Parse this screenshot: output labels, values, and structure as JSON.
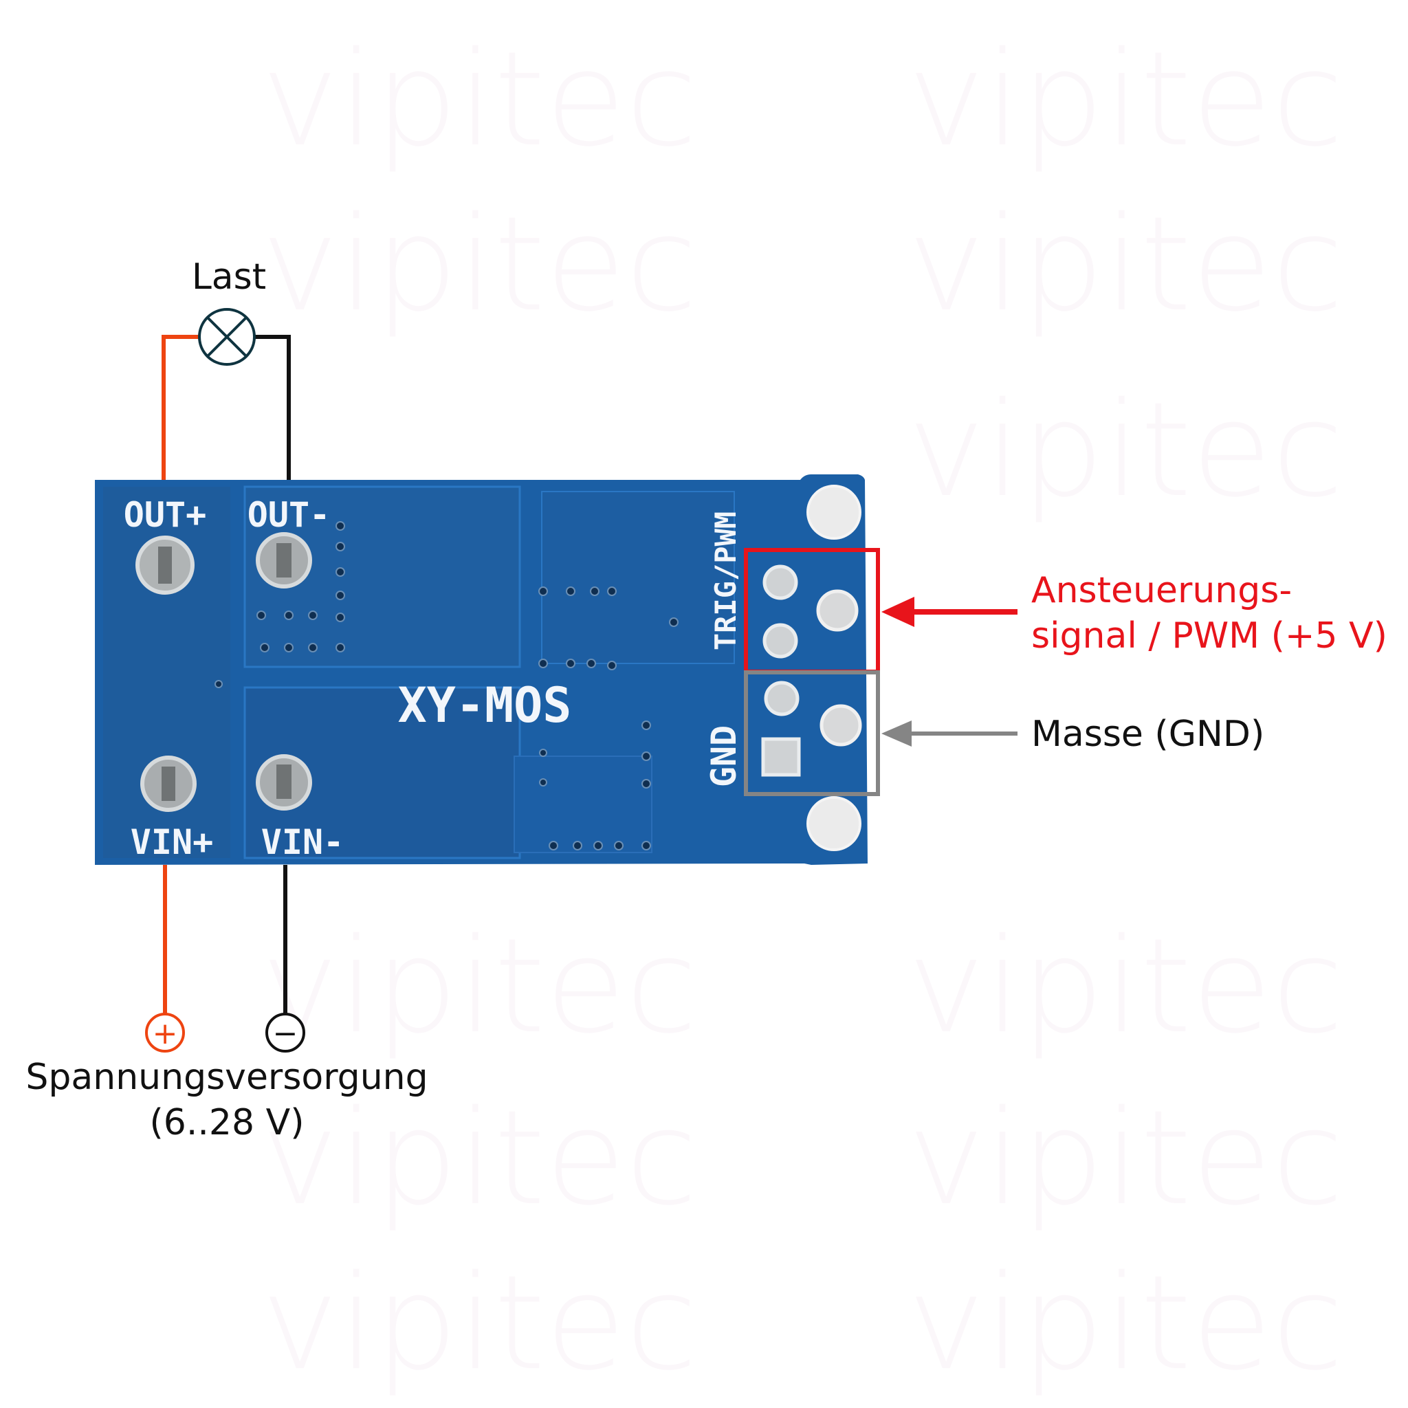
{
  "watermark": {
    "text": "vipitec"
  },
  "board": {
    "name": "XY-MOS",
    "color": "#1c5fa6"
  },
  "terminals": {
    "out_plus": "OUT+",
    "out_minus": "OUT-",
    "vin_plus": "VIN+",
    "vin_minus": "VIN-",
    "trig_pwm": "TRIG/PWM",
    "gnd": "GND"
  },
  "load": {
    "label": "Last"
  },
  "power_supply": {
    "plus_symbol": "+",
    "minus_symbol": "−",
    "label": "Spannungsversorgung",
    "range": "(6..28 V)"
  },
  "control": {
    "line1": "Ansteuerungs-",
    "line2": "signal / PWM (+5 V)",
    "color": "#e8141b"
  },
  "ground": {
    "label": "Masse (GND)",
    "color": "#858585"
  },
  "wire_colors": {
    "positive": "#ee4411",
    "negative": "#111111"
  }
}
